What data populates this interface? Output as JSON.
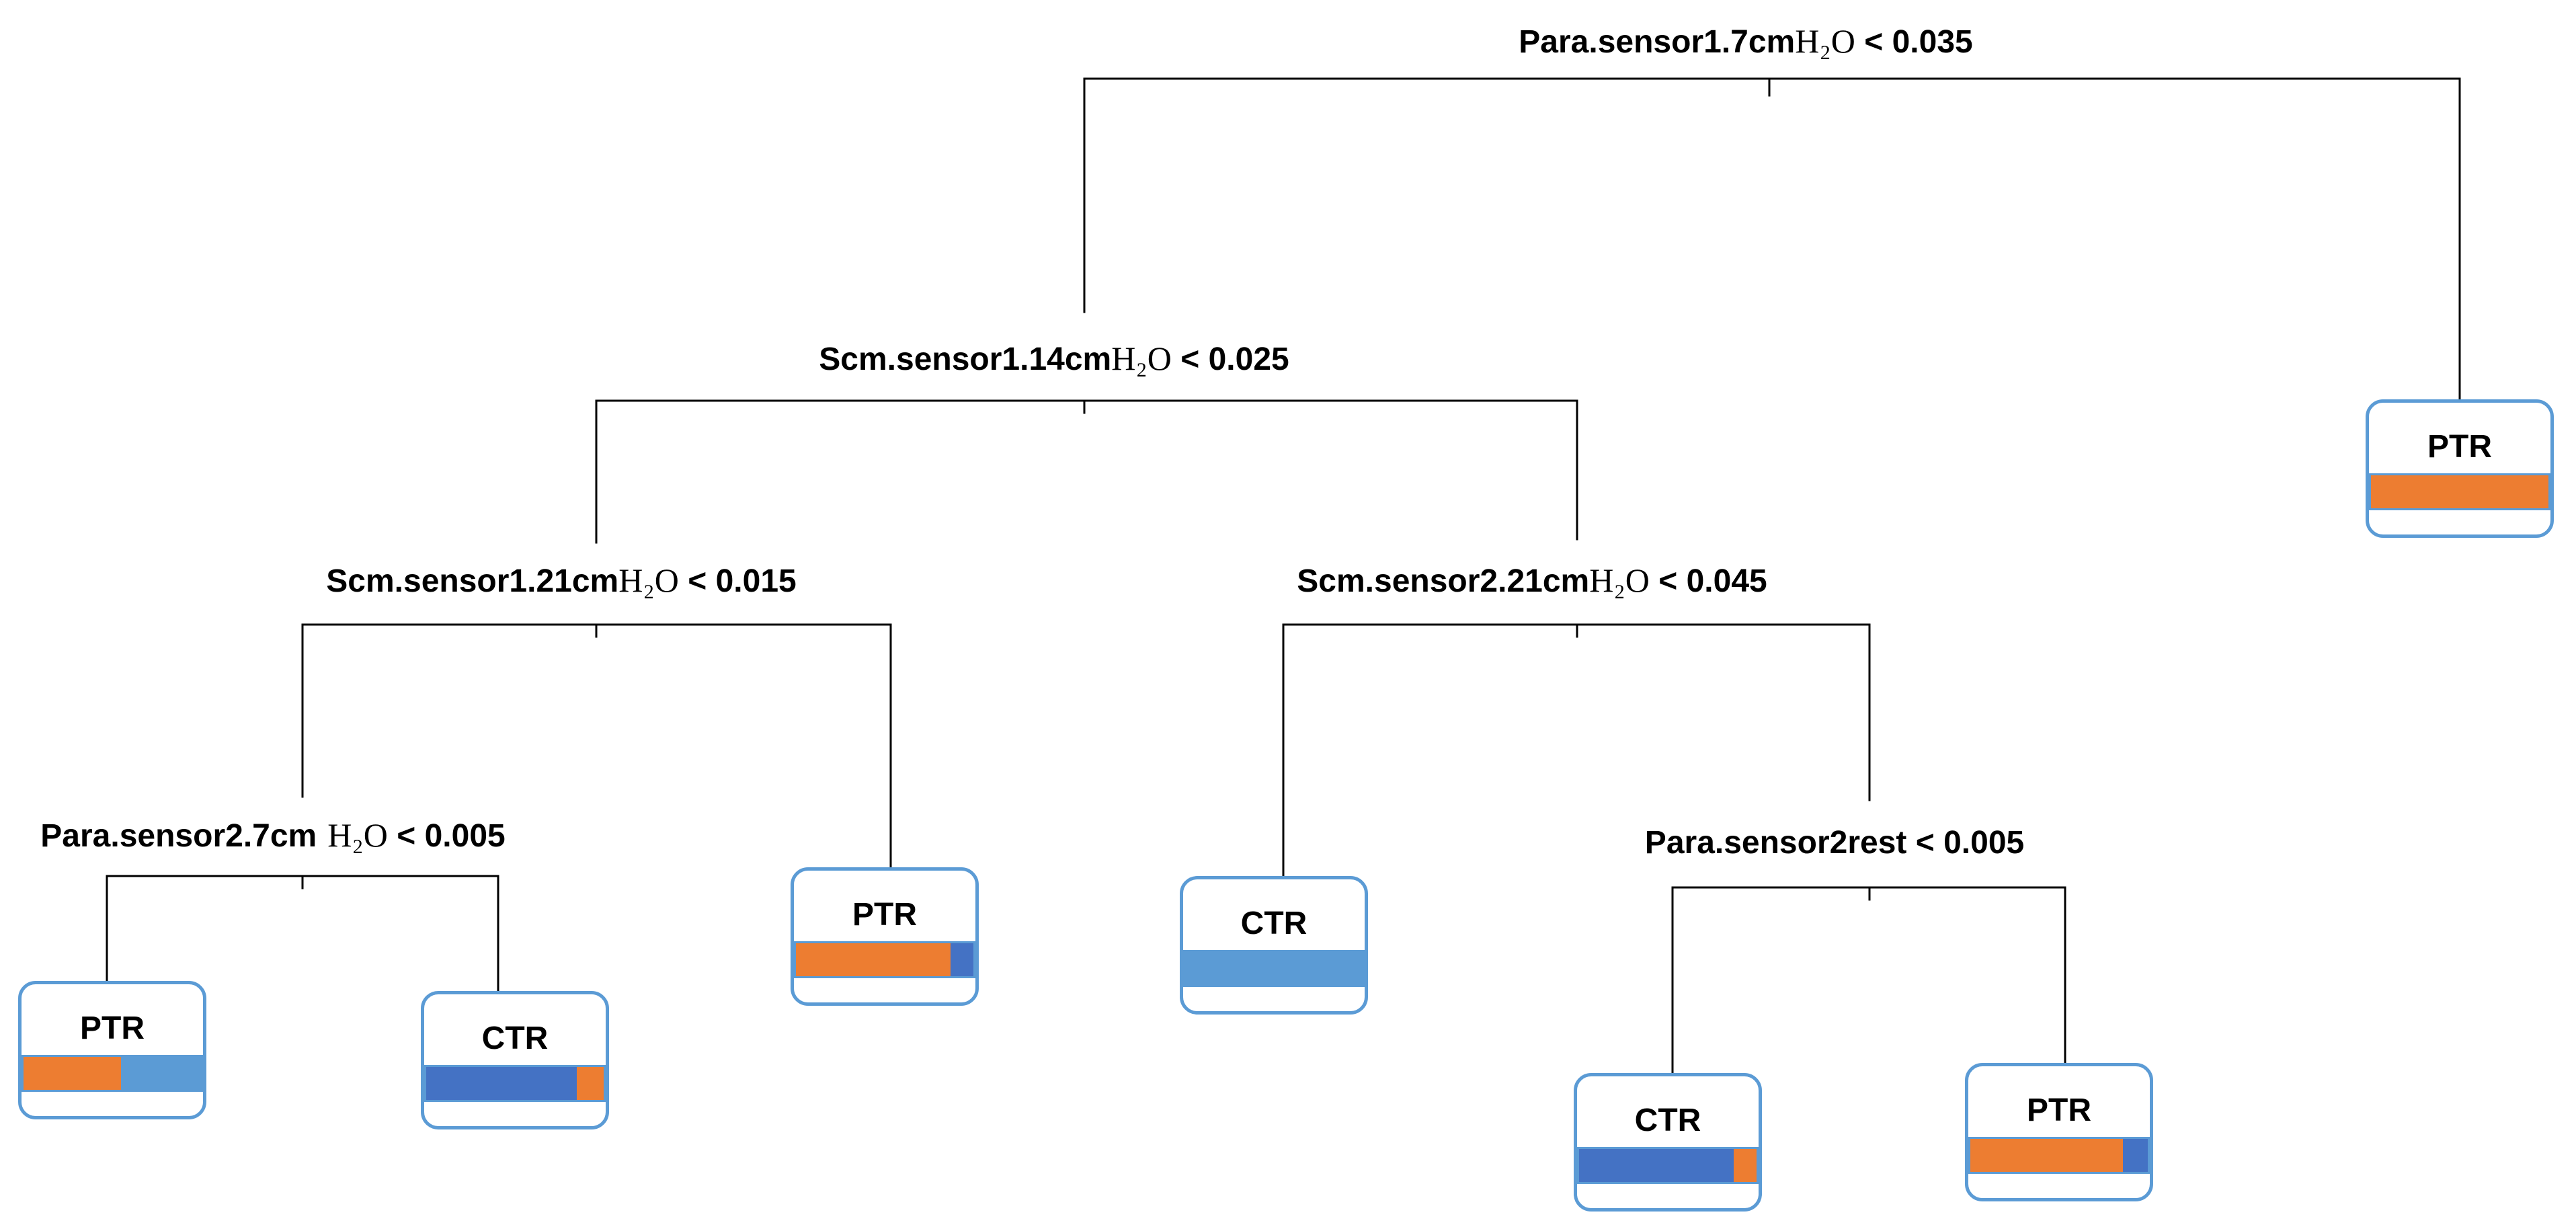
{
  "colors": {
    "node_border": "#5B9BD5",
    "edge": "#000000"
  },
  "tree": {
    "split": {
      "variable": "Para.sensor1.7cm",
      "unit": "H₂O",
      "condition": "< 0.035"
    },
    "left": {
      "split": {
        "variable": "Scm.sensor1.14cm",
        "unit": "H₂O",
        "condition": "< 0.025"
      },
      "left": {
        "split": {
          "variable": "Scm.sensor1.21cm",
          "unit": "H₂O",
          "condition": "< 0.015"
        },
        "left": {
          "split": {
            "variable": "Para.sensor2.7cm",
            "unit": "H₂O",
            "condition": "< 0.005"
          },
          "left": {
            "leaf": {
              "label": "PTR",
              "segments": [
                {
                  "color": "#ED7D31",
                  "fraction": 0.55
                },
                {
                  "color": "#5B9BD5",
                  "fraction": 0.45
                }
              ]
            }
          },
          "right": {
            "leaf": {
              "label": "CTR",
              "segments": [
                {
                  "color": "#4472C4",
                  "fraction": 0.85
                },
                {
                  "color": "#ED7D31",
                  "fraction": 0.15
                }
              ]
            }
          }
        },
        "right": {
          "leaf": {
            "label": "PTR",
            "segments": [
              {
                "color": "#ED7D31",
                "fraction": 0.87
              },
              {
                "color": "#4472C4",
                "fraction": 0.13
              }
            ]
          }
        }
      },
      "right": {
        "split": {
          "variable": "Scm.sensor2.21cm",
          "unit": "H₂O",
          "condition": "< 0.045"
        },
        "left": {
          "leaf": {
            "label": "CTR",
            "segments": [
              {
                "color": "#5B9BD5",
                "fraction": 1.0
              }
            ]
          }
        },
        "right": {
          "split": {
            "variable": "Para.sensor2rest",
            "condition": "< 0.005"
          },
          "left": {
            "leaf": {
              "label": "CTR",
              "segments": [
                {
                  "color": "#4472C4",
                  "fraction": 0.87
                },
                {
                  "color": "#ED7D31",
                  "fraction": 0.13
                }
              ]
            }
          },
          "right": {
            "leaf": {
              "label": "PTR",
              "segments": [
                {
                  "color": "#ED7D31",
                  "fraction": 0.86
                },
                {
                  "color": "#4472C4",
                  "fraction": 0.14
                }
              ]
            }
          }
        }
      }
    },
    "right": {
      "leaf": {
        "label": "PTR",
        "segments": [
          {
            "color": "#ED7D31",
            "fraction": 1.0
          }
        ]
      }
    }
  }
}
